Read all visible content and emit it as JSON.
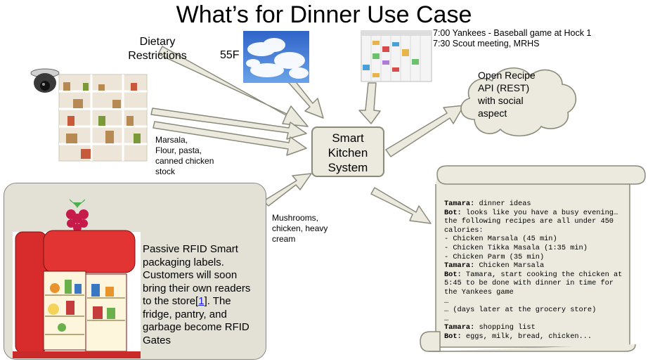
{
  "title": "What’s for Dinner Use Case",
  "inputs": {
    "dietary": "Dietary\nRestrictions",
    "temperature": "55F",
    "calendar_events": [
      "7:00 Yankees - Baseball game at Hock 1",
      "7:30 Scout meeting, MRHS"
    ],
    "pantry_items": "Marsala,\nFlour, pasta,\ncanned chicken\nstock",
    "fridge_items": "Mushrooms,\nchicken, heavy\ncream"
  },
  "center": "Smart\nKitchen\nSystem",
  "cloud": "Open Recipe\nAPI (REST)\nwith social\naspect",
  "rfid": {
    "text_before": "Passive RFID Smart packaging labels. Customers will soon bring their own readers to the store[",
    "ref": "1",
    "text_after": "]. The fridge, pantry, and garbage become RFID Gates"
  },
  "chat": [
    {
      "speaker": "Tamara:",
      "text": " dinner ideas"
    },
    {
      "speaker": "Bot:",
      "text": " looks like you have a busy evening… the following recipes are all under 450 calories:\n- Chicken Marsala (45 min)\n- Chicken Tikka Masala (1:35 min)\n- Chicken Parm (35 min)"
    },
    {
      "speaker": "Tamara:",
      "text": " Chicken Marsala"
    },
    {
      "speaker": "Bot:",
      "text": " Tamara, start cooking the chicken at 5:45 to be done with dinner in time for the Yankees game\n…\n… (days later at the grocery store)\n…"
    },
    {
      "speaker": "Tamara:",
      "text": " shopping list"
    },
    {
      "speaker": "Bot:",
      "text": " eggs, milk, bread, chicken..."
    }
  ]
}
